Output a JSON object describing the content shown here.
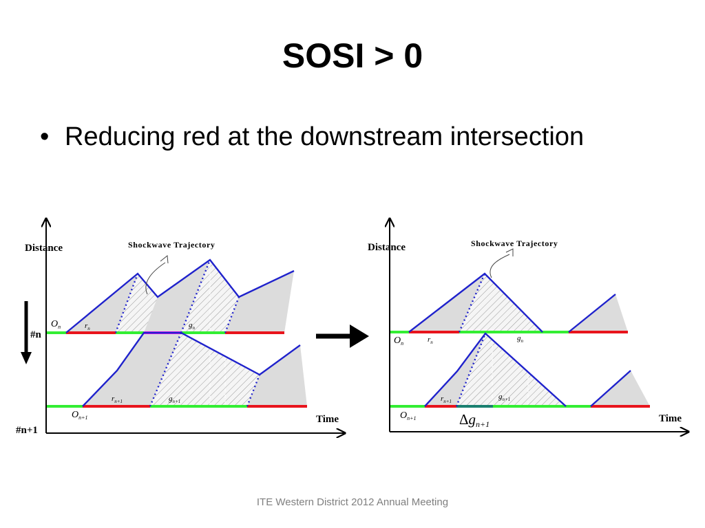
{
  "slide": {
    "title": "SOSI > 0",
    "bullet": "Reducing red at the downstream intersection",
    "footer": "ITE Western District 2012 Annual Meeting"
  },
  "diagram_left": {
    "y_axis": "Distance",
    "x_axis": "Time",
    "caption": "Shockwave Trajectory",
    "row_upper": "#n",
    "row_lower": "#n+1",
    "offset_upper": "O",
    "offset_upper_sub": "n",
    "offset_lower": "O",
    "offset_lower_sub": "n+1",
    "red_upper": "r",
    "red_upper_sub": "n",
    "green_upper": "g",
    "green_upper_sub": "n",
    "red_lower": "r",
    "red_lower_sub": "n+1",
    "green_lower": "g",
    "green_lower_sub": "n+1"
  },
  "diagram_right": {
    "y_axis": "Distance",
    "x_axis": "Time",
    "caption": "Shockwave Trajectory",
    "offset_upper": "O",
    "offset_upper_sub": "n",
    "offset_lower": "O",
    "offset_lower_sub": "n+1",
    "red_upper": "r",
    "red_upper_sub": "n",
    "green_upper": "g",
    "green_upper_sub": "n",
    "red_lower": "r",
    "red_lower_sub": "n+1",
    "green_lower": "g",
    "green_lower_sub": "n+1",
    "delta_prefix": "Δ",
    "delta_symbol": "g",
    "delta_sub": "n+1"
  },
  "colors": {
    "red_phase": "#e8141c",
    "green_phase": "#33ee33",
    "magenta_phase": "#ee11ee",
    "teal_phase": "#1a8070",
    "trajectory": "#1f22cc",
    "queue_fill": "#dcdcdc"
  }
}
